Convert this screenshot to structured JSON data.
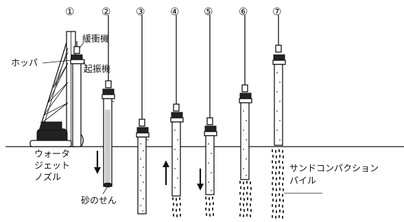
{
  "step_numbers": [
    "①",
    "②",
    "③",
    "④",
    "⑤",
    "⑥",
    "⑦"
  ],
  "labels": {
    "buffer": "緩衝機",
    "hopper": "ホッパ",
    "vibrator": "起振機",
    "water_jet_1": "ウォータ",
    "water_jet_2": "ジェット",
    "water_jet_3": "ノズル",
    "sand_plug": "砂のせん",
    "scp_1": "サンドコンパクション",
    "scp_2": "パイル"
  }
}
